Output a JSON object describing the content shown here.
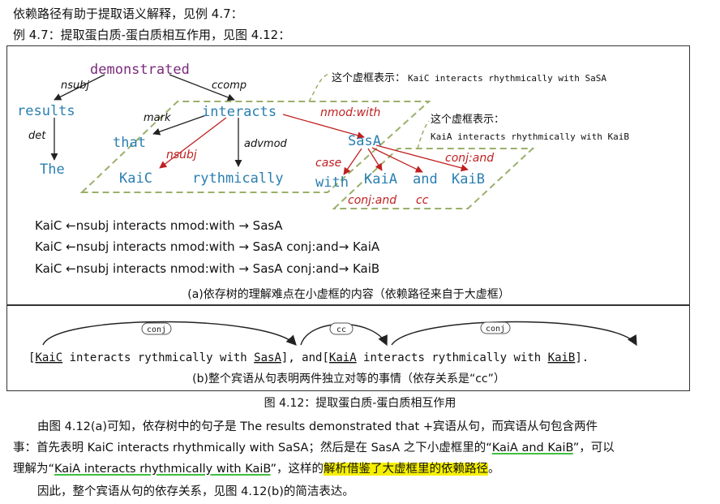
{
  "intro": {
    "line1": "依赖路径有助于提取语义解释，见例 4.7：",
    "line2": "例 4.7：提取蛋白质-蛋白质相互作用，见图 4.12："
  },
  "figure_a": {
    "words": {
      "demonstrated": "demonstrated",
      "results": "results",
      "the": "The",
      "interacts": "interacts",
      "that": "that",
      "kaic": "KaiC",
      "rythmically": "rythmically",
      "sasa": "SasA",
      "with": "with",
      "kaia": "KaiA",
      "and": "and",
      "kaib": "KaiB"
    },
    "edge_labels": {
      "nsubj_top": "nsubj",
      "ccomp": "ccomp",
      "det": "det",
      "mark": "mark",
      "nsubj_red": "nsubj",
      "advmod": "advmod",
      "nmod_with": "nmod:with",
      "case": "case",
      "conj_and_top": "conj:and",
      "conj_and_bottom": "conj:and",
      "cc": "cc"
    },
    "notes": {
      "big_box_prefix": "这个虚框表示：",
      "big_box_text": "KaiC interacts rhythmically with SaSA",
      "small_box_prefix": "这个虚框表示：",
      "small_box_text": "KaiA interacts rhythmically with KaiB"
    },
    "paths": [
      "KaiC ←nsubj  interacts  nmod:with → SasA",
      "KaiC ←nsubj  interacts nmod:with → SasA  conj:and→ KaiA",
      "KaiC ←nsubj  interacts nmod:with → SasA  conj:and→ KaiB"
    ],
    "caption": "(a)依存树的理解难点在小虚框的内容（依赖路径来自于大虚框）"
  },
  "figure_b": {
    "arc_labels": [
      "conj",
      "cc",
      "conj"
    ],
    "sentence": {
      "open1": "[",
      "kaic": "KaiC",
      "mid1": " interacts rythmically with ",
      "sasa": "SasA",
      "close1": "], and[",
      "kaia": "KaiA",
      "mid2": " interacts rythmically with ",
      "kaib": "KaiB",
      "close2": "]."
    },
    "caption": "(b)整个宾语从句表明两件独立对等的事情（依存关系是“cc”）"
  },
  "figure_caption": "图 4.12：提取蛋白质-蛋白质相互作用",
  "paragraph": {
    "p1": "由图 4.12(a)可知，依存树中的句子是 The results demonstrated that +宾语从句，而宾语从句包含两件",
    "p2_a": "事：首先表明 KaiC interacts rhythmically with SaSA；然后是在 SasA 之下小虚框里的“",
    "p2_u": "KaiA and KaiB",
    "p2_b": "”，可以",
    "p3_a": "理解为“",
    "p3_u": "KaiA interacts rhythmically with KaiB",
    "p3_b": "”，这样的",
    "p3_h": "解析借鉴了大虚框里的依赖路径",
    "p3_c": "。",
    "p4": "因此，整个宾语从句的依存关系，见图 4.12(b)的简洁表达。"
  },
  "colors": {
    "word_blue": "#2a7fb1",
    "root_purple": "#7a2a7a",
    "edge_red": "#c02020",
    "dashed_box": "#9ab06a",
    "underline_green": "#3fbf3f",
    "highlight_yellow": "#f6f000"
  }
}
